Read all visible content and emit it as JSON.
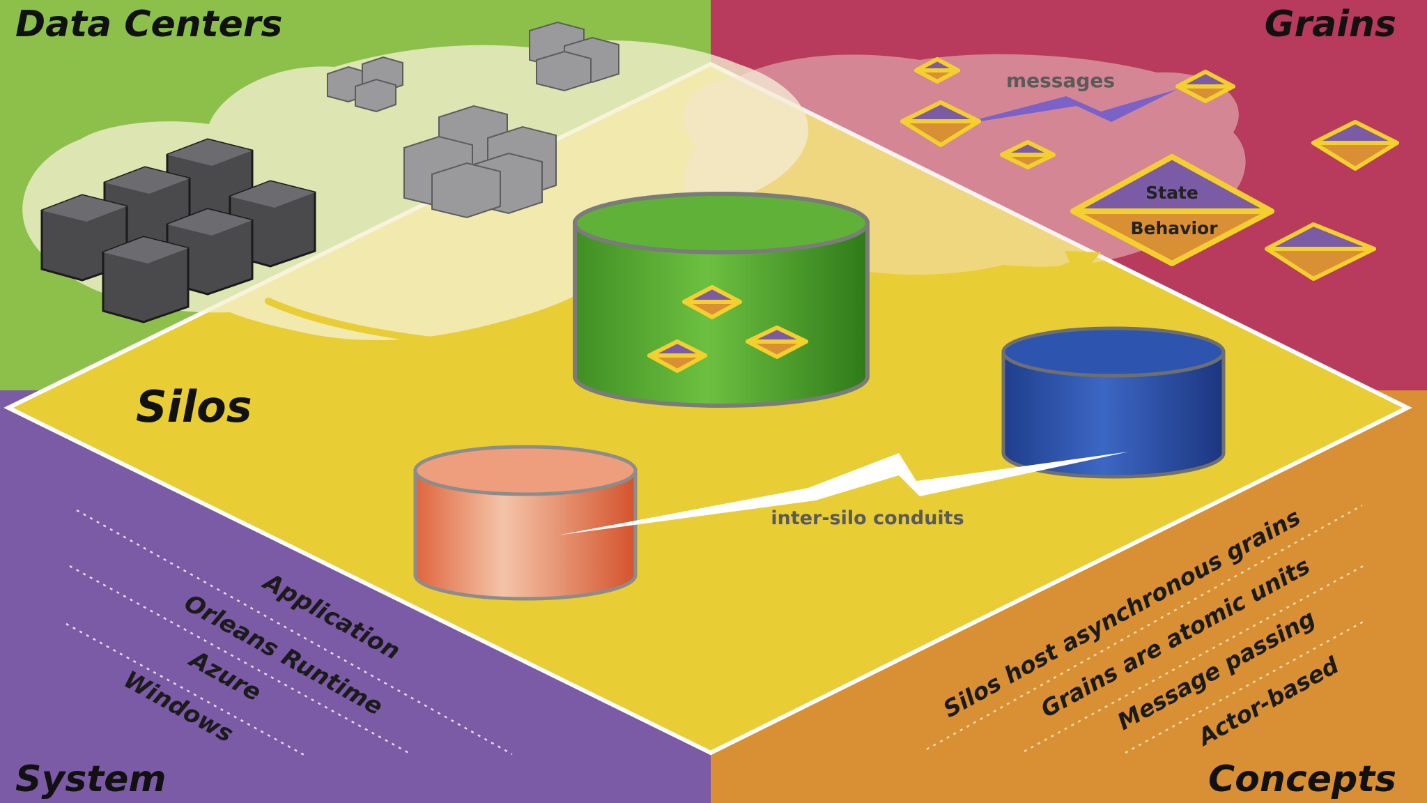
{
  "quadrants": {
    "data_centers": "Data Centers",
    "grains": "Grains",
    "system": "System",
    "concepts": "Concepts"
  },
  "center": {
    "title": "Silos"
  },
  "annotations": {
    "messages": "messages",
    "conduits": "inter-silo conduits"
  },
  "grain": {
    "state": "State",
    "behavior": "Behavior"
  },
  "system_layers": [
    "Application",
    "Orleans Runtime",
    "Azure",
    "Windows"
  ],
  "concepts": [
    "Silos host asynchronous grains",
    "Grains are atomic units",
    "Message passing",
    "Actor-based"
  ],
  "colors": {
    "green": "#8cc04b",
    "crimson": "#b83a5c",
    "purple": "#7b5aa6",
    "orange": "#d98f33",
    "yellow": "#e9cd35"
  }
}
